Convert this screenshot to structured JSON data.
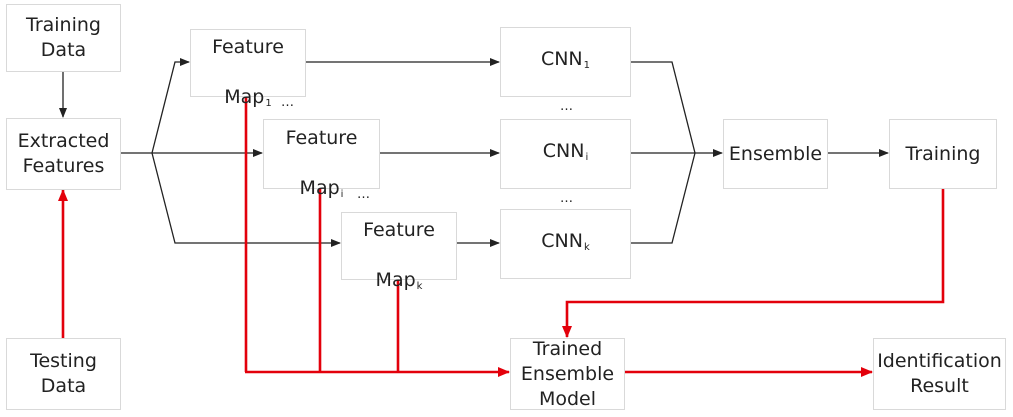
{
  "colors": {
    "black_arrow": "#222222",
    "red_arrow": "#e3000b",
    "box_border": "#d9d9d9"
  },
  "nodes": {
    "training_data": {
      "label": "Training\nData"
    },
    "extracted_features": {
      "label": "Extracted\nFeatures"
    },
    "testing_data": {
      "label": "Testing\nData"
    },
    "feature_map_1": {
      "line1": "Feature",
      "line2": "Map",
      "sub": "1"
    },
    "feature_map_i": {
      "line1": "Feature",
      "line2": "Map",
      "sub": "i"
    },
    "feature_map_k": {
      "line1": "Feature",
      "line2": "Map",
      "sub": "k"
    },
    "cnn_1": {
      "label": "CNN",
      "sub": "1"
    },
    "cnn_i": {
      "label": "CNN",
      "sub": "i"
    },
    "cnn_k": {
      "label": "CNN",
      "sub": "k"
    },
    "ensemble": {
      "label": "Ensemble"
    },
    "training": {
      "label": "Training"
    },
    "trained_ensemble_model": {
      "label": "Trained\nEnsemble\nModel"
    },
    "identification_result": {
      "label": "Identification\nResult"
    }
  },
  "ellipsis": "…"
}
